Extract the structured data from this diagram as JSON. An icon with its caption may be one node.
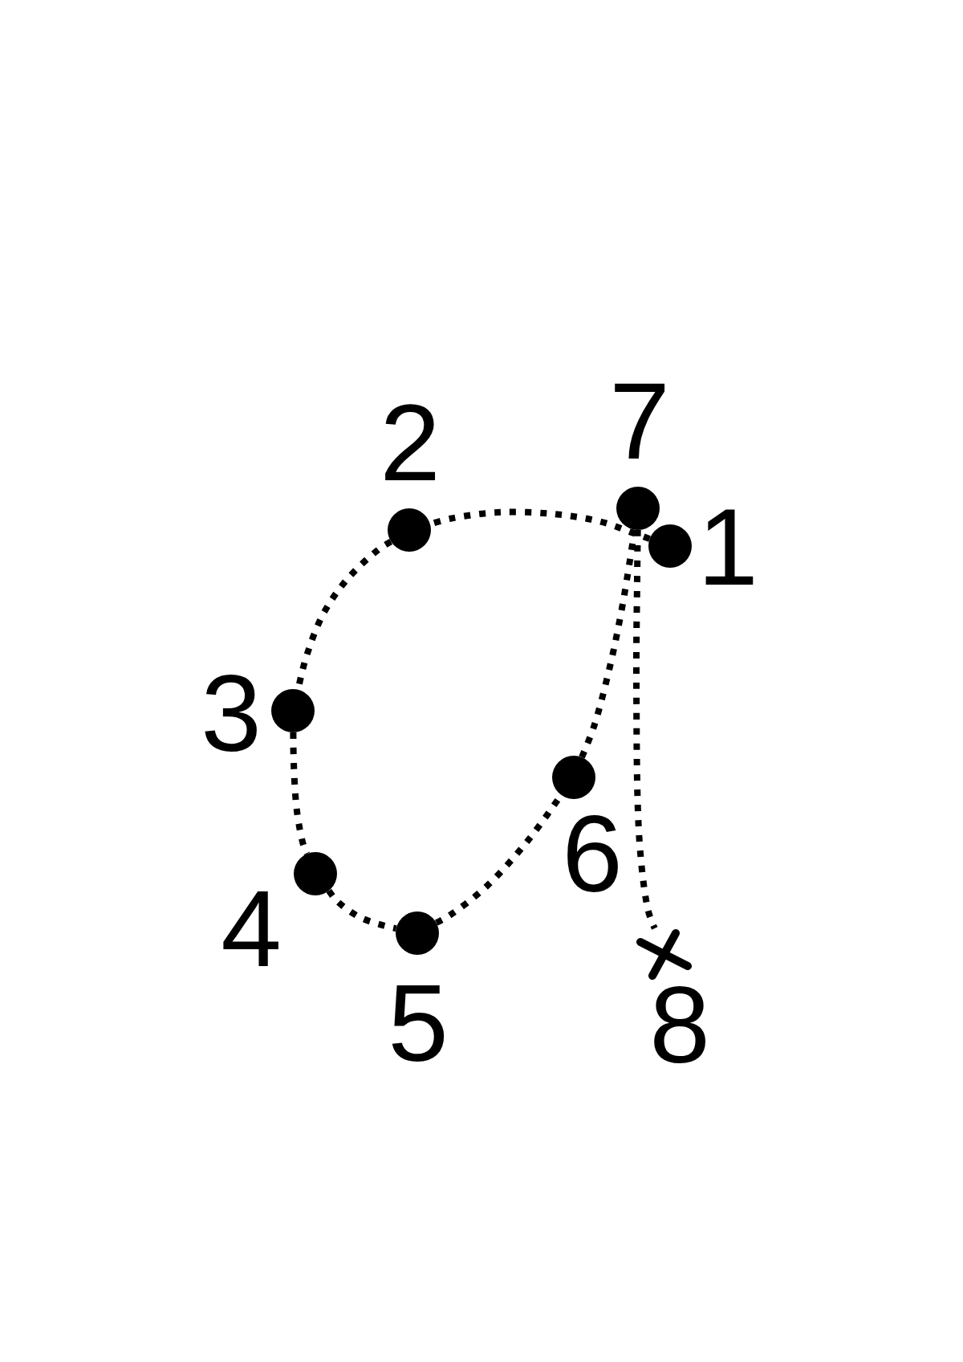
{
  "diagram": {
    "nodes": [
      {
        "text": [],
        "shape": "circle",
        "beside": [
          "1"
        ]
      },
      {
        "text": [],
        "shape": "circle",
        "beside": [
          "2"
        ]
      },
      {
        "text": [],
        "shape": "circle",
        "beside": [
          "3"
        ]
      },
      {
        "text": [],
        "shape": "circle",
        "beside": [
          "4"
        ]
      },
      {
        "text": [],
        "shape": "circle",
        "beside": [
          "5"
        ]
      },
      {
        "text": [],
        "shape": "circle",
        "beside": [
          "6"
        ]
      },
      {
        "text": [],
        "shape": "circle",
        "beside": [
          "7"
        ]
      },
      {
        "text": [],
        "shape": "cross",
        "beside": [
          "8"
        ]
      }
    ],
    "edges": [
      {
        "from": 0,
        "to": 1,
        "arrow": "none",
        "style": "dashed"
      },
      {
        "from": 1,
        "to": 2,
        "arrow": "none",
        "style": "dashed"
      },
      {
        "from": 2,
        "to": 3,
        "arrow": "none",
        "style": "dashed"
      },
      {
        "from": 3,
        "to": 4,
        "arrow": "none",
        "style": "dashed"
      },
      {
        "from": 4,
        "to": 5,
        "arrow": "none",
        "style": "dashed"
      },
      {
        "from": 5,
        "to": 6,
        "arrow": "none",
        "style": "dashed"
      },
      {
        "from": 6,
        "to": 7,
        "arrow": "none",
        "style": "dashed"
      }
    ]
  }
}
